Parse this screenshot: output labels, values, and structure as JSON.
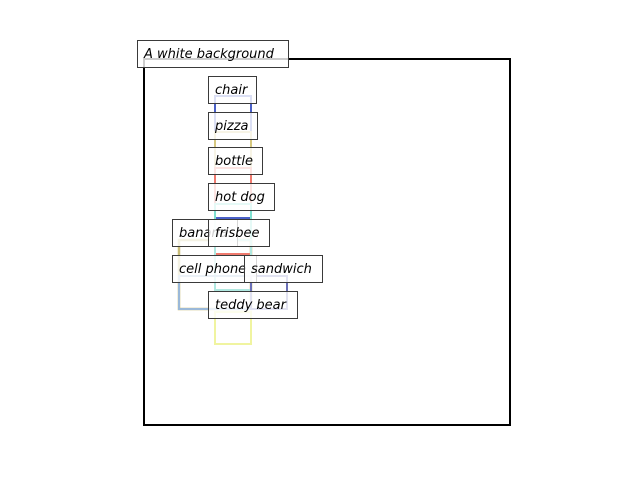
{
  "background_caption": "A white background",
  "objects": [
    {
      "label": "chair",
      "color": "#4a60c8"
    },
    {
      "label": "pizza",
      "color": "#d6c880"
    },
    {
      "label": "bottle",
      "color": "#f07a6e"
    },
    {
      "label": "hot dog",
      "color": "#7fe0d0"
    },
    {
      "label": "banana",
      "color": "#c8bc78"
    },
    {
      "label": "frisbee",
      "color": "#b0e8e0"
    },
    {
      "label": "cell phone",
      "color": "#9ab8d8"
    },
    {
      "label": "sandwich",
      "color": "#6a70b8"
    },
    {
      "label": "teddy bear",
      "color": "#f0f4a0"
    }
  ]
}
